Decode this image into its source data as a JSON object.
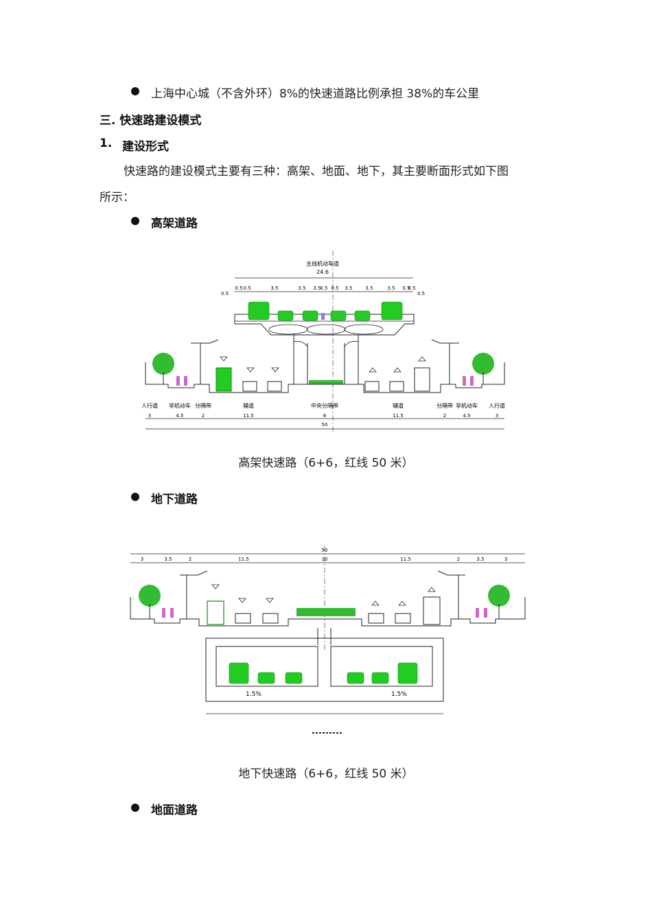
{
  "bullet1": "上海中心城（不含外环）8%的快速道路比例承担 38%的车公里",
  "section3_title": "三. 快速路建设模式",
  "sub1_num": "1.",
  "sub1_title": "建设形式",
  "intro_line1": "快速路的建设模式主要有三种：高架、地面、地下，其主要断面形式如下图",
  "intro_line2": "所示：",
  "heading_elevated": "高架道路",
  "caption_elevated": "高架快速路（6+6，红线 50 米）",
  "heading_underground": "地下道路",
  "caption_underground": "地下快速路（6+6，红线 50 米）",
  "heading_ground": "地面道路",
  "fig1": {
    "top_label": "主线机动车道",
    "top_total": "24.6",
    "top_dims": [
      "0.5",
      "0.5",
      "3.5",
      "3.5",
      "3.5",
      "0.5",
      "0.5",
      "3.5",
      "3.5",
      "3.5",
      "0.5",
      "0.5"
    ],
    "zone_labels": [
      "人行道",
      "非机动车",
      "分隔带",
      "辅道",
      "中央分隔带",
      "辅道",
      "分隔带",
      "非机动车",
      "人行道"
    ],
    "zone_widths": [
      "3",
      "4.5",
      "2",
      "11.5",
      "8",
      "11.5",
      "2",
      "4.5",
      "3"
    ],
    "total": "50"
  },
  "fig2": {
    "total": "50",
    "zone_widths": [
      "3",
      "3.5",
      "2",
      "11.5",
      "10",
      "11.5",
      "2",
      "3.5",
      "3"
    ],
    "slope_left": "1.5%",
    "slope_right": "1.5%"
  },
  "colors": {
    "vehicle": "#22cc22",
    "person": "#cc66cc",
    "tree": "#33bb33",
    "line": "#222222"
  }
}
